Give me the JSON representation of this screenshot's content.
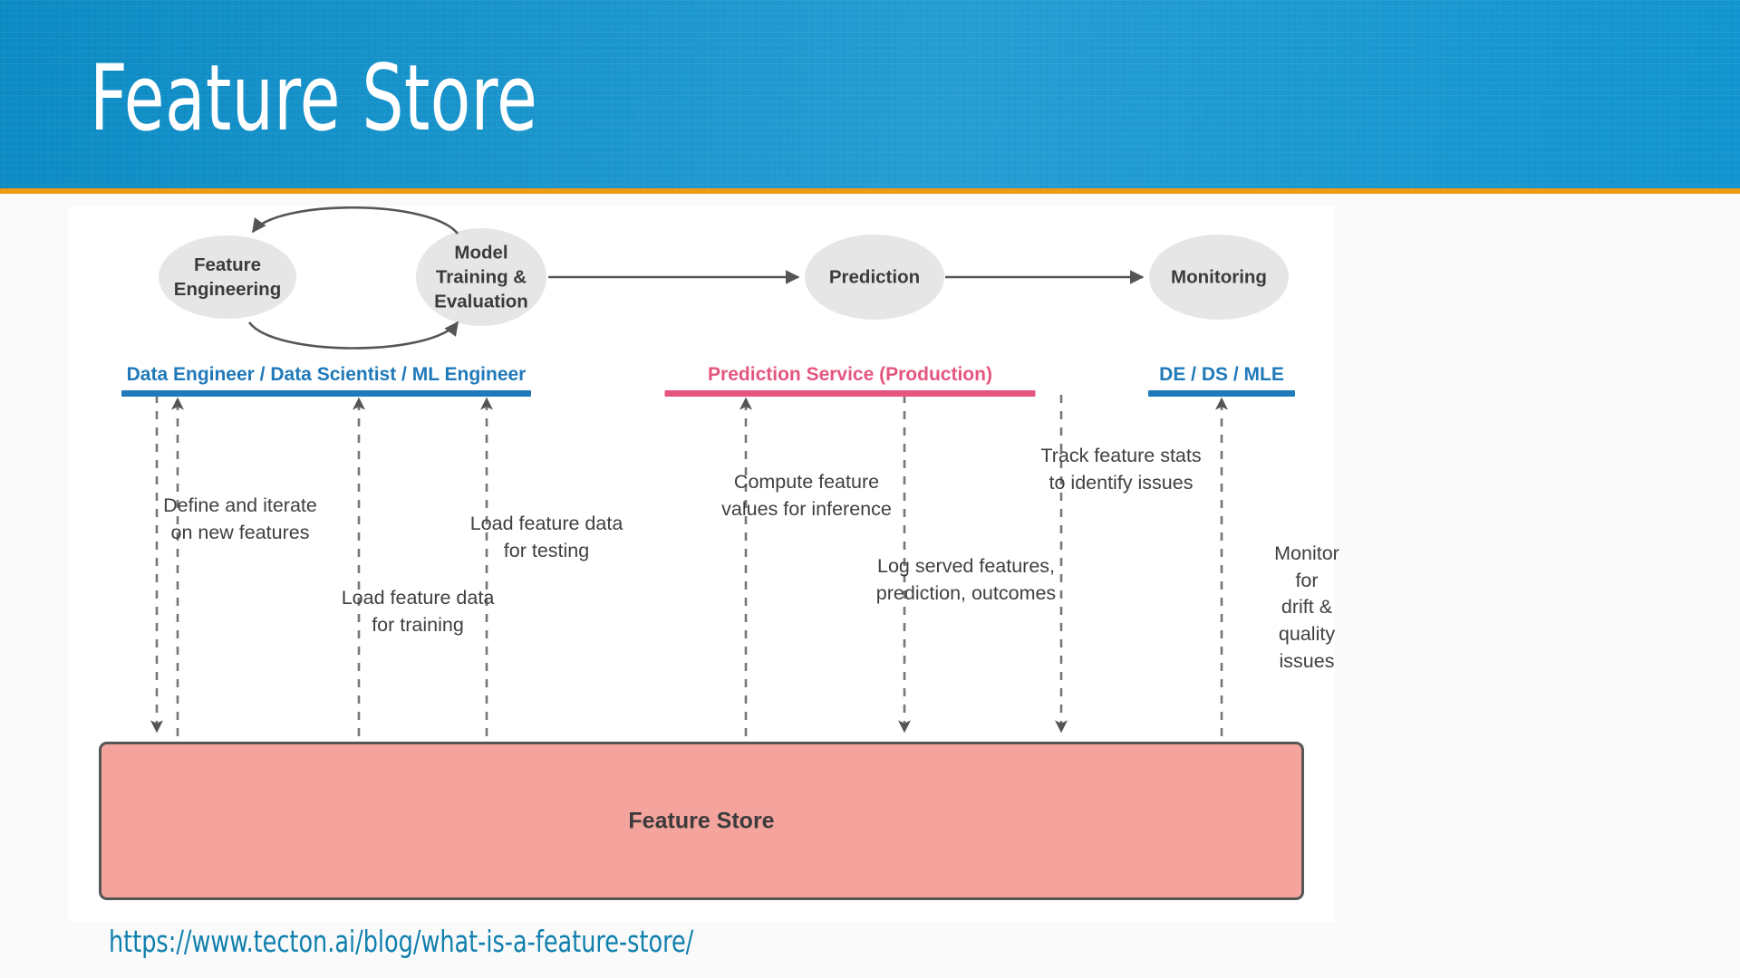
{
  "slide": {
    "title": "Feature Store",
    "accent_blue": "#0d93cf",
    "accent_orange": "#ef9b12",
    "source_url": "https://www.tecton.ai/blog/what-is-a-feature-store/"
  },
  "diagram": {
    "pipeline_nodes": [
      {
        "label": "Feature\nEngineering"
      },
      {
        "label": "Model\nTraining &\nEvaluation"
      },
      {
        "label": "Prediction"
      },
      {
        "label": "Monitoring"
      }
    ],
    "lanes": [
      {
        "label": "Data Engineer / Data Scientist / ML Engineer",
        "color": "#2079b9"
      },
      {
        "label": "Prediction Service (Production)",
        "color": "#e4557f"
      },
      {
        "label": "DE / DS / MLE",
        "color": "#2079b9"
      }
    ],
    "annotations": [
      {
        "label": "Define and iterate\non new features"
      },
      {
        "label": "Load feature data\nfor training"
      },
      {
        "label": "Load feature data\nfor testing"
      },
      {
        "label": "Compute feature\nvalues for inference"
      },
      {
        "label": "Log served features,\nprediction, outcomes"
      },
      {
        "label": "Track feature stats\nto identify issues"
      },
      {
        "label": "Monitor for\ndrift & quality\nissues"
      }
    ],
    "store": {
      "label": "Feature Store",
      "fill": "#f4a49d",
      "stroke": "#555555"
    },
    "node_fill": "#e6e6e6",
    "connector_color": "#555555"
  }
}
